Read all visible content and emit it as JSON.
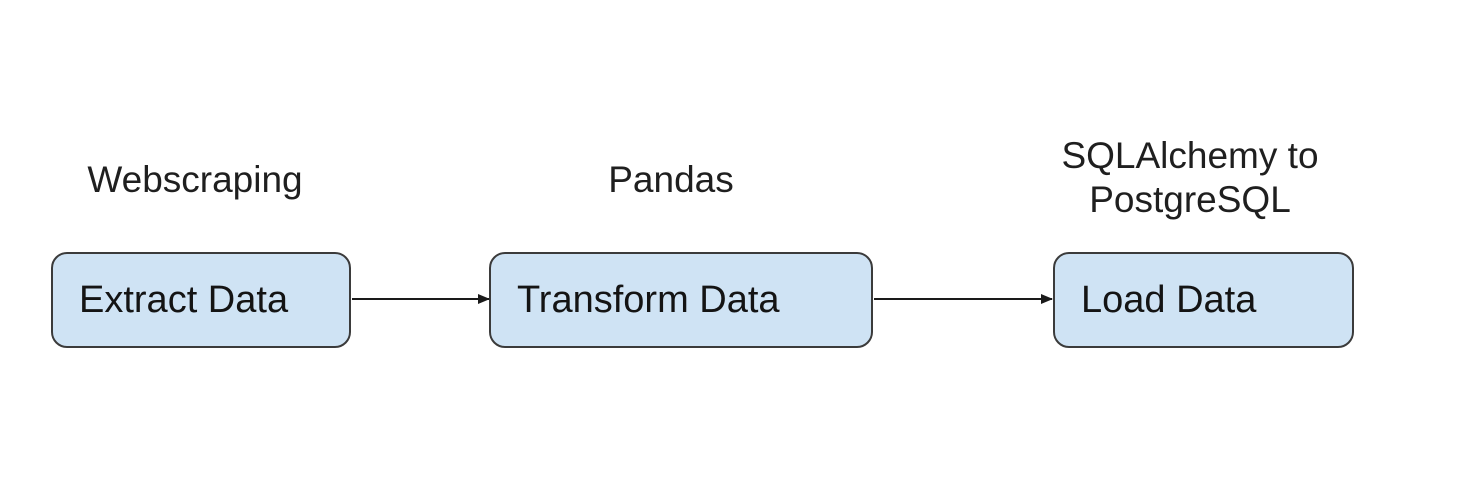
{
  "diagram": {
    "stages": [
      {
        "caption": "Webscraping",
        "label": "Extract Data"
      },
      {
        "caption": "Pandas",
        "label": "Transform Data"
      },
      {
        "caption": "SQLAlchemy to\nPostgreSQL",
        "label": "Load Data"
      }
    ],
    "colors": {
      "node_fill": "#cfe3f4",
      "node_border": "#3b3b3b",
      "arrow": "#1a1a1a"
    }
  }
}
